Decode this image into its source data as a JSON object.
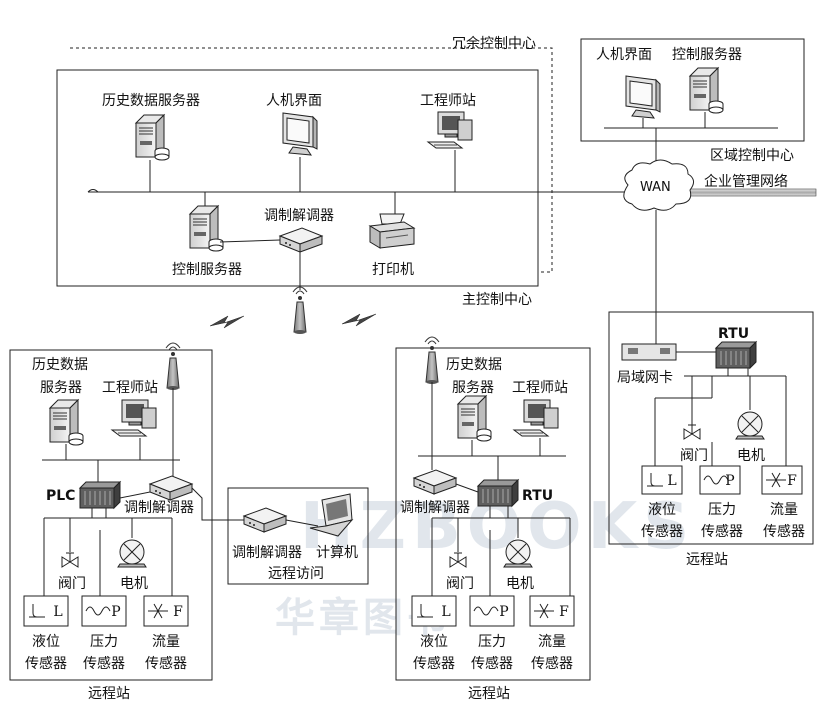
{
  "watermark": {
    "text_latin": "HZBOOKS",
    "text_cn": "华章图书"
  },
  "redundant_center": {
    "label": "冗余控制中心"
  },
  "main_center": {
    "label": "主控制中心",
    "historian": "历史数据服务器",
    "hmi": "人机界面",
    "engineer": "工程师站",
    "control_server": "控制服务器",
    "modem": "调制解调器",
    "printer": "打印机"
  },
  "regional_center": {
    "label": "区域控制中心",
    "hmi": "人机界面",
    "control_server": "控制服务器"
  },
  "wan": {
    "label": "WAN",
    "corp_network": "企业管理网络"
  },
  "remote_left": {
    "label": "远程站",
    "historian_line1": "历史数据",
    "historian_line2": "服务器",
    "engineer": "工程师站",
    "plc": "PLC",
    "modem": "调制解调器",
    "valve": "阀门",
    "motor": "电机",
    "sensors": [
      {
        "line1": "液位",
        "line2": "传感器",
        "glyph": "L"
      },
      {
        "line1": "压力",
        "line2": "传感器",
        "glyph": "P"
      },
      {
        "line1": "流量",
        "line2": "传感器",
        "glyph": "F"
      }
    ]
  },
  "remote_access": {
    "label": "远程访问",
    "modem": "调制解调器",
    "computer": "计算机"
  },
  "remote_mid": {
    "label": "远程站",
    "historian_line1": "历史数据",
    "historian_line2": "服务器",
    "engineer": "工程师站",
    "rtu": "RTU",
    "modem": "调制解调器",
    "valve": "阀门",
    "motor": "电机",
    "sensors": [
      {
        "line1": "液位",
        "line2": "传感器",
        "glyph": "L"
      },
      {
        "line1": "压力",
        "line2": "传感器",
        "glyph": "P"
      },
      {
        "line1": "流量",
        "line2": "传感器",
        "glyph": "F"
      }
    ]
  },
  "remote_right": {
    "label": "远程站",
    "rtu": "RTU",
    "lan_card": "局域网卡",
    "valve": "阀门",
    "motor": "电机",
    "sensors": [
      {
        "line1": "液位",
        "line2": "传感器",
        "glyph": "L"
      },
      {
        "line1": "压力",
        "line2": "传感器",
        "glyph": "P"
      },
      {
        "line1": "流量",
        "line2": "传感器",
        "glyph": "F"
      }
    ]
  }
}
